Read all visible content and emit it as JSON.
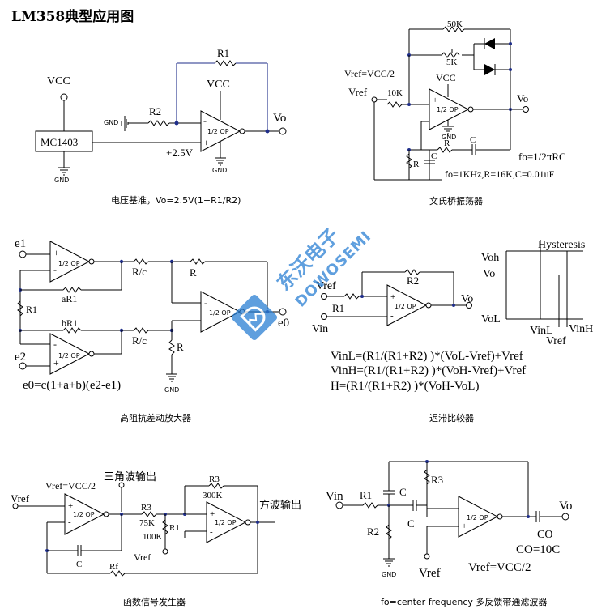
{
  "title": "LM358典型应用图",
  "op_label": "1/2 OP",
  "circuits": {
    "ref": {
      "caption": "电压基准，Vo=2.5V(1+R1/R2)",
      "vcc1": "VCC",
      "vcc2": "VCC",
      "mc1403": "MC1403",
      "r1": "R1",
      "r2": "R2",
      "gnd": "GND",
      "v25": "+2.5V",
      "vo": "Vo"
    },
    "wien": {
      "caption": "文氏桥振荡器",
      "r50k": "50K",
      "r5k": "5K",
      "vref_eq": "Vref=VCC/2",
      "vcc": "VCC",
      "vref": "Vref",
      "r10k": "10K",
      "vo": "Vo",
      "r": "R",
      "c": "C",
      "fo": "fo=1/2πRC",
      "fo2": "fo=1KHz,R=16K,C=0.01uF",
      "gnd": "GND"
    },
    "diff": {
      "caption": "高阻抗差动放大器",
      "e1": "e1",
      "e2": "e2",
      "r1": "R1",
      "ar1": "aR1",
      "br1": "bR1",
      "rc1": "R/c",
      "rc2": "R/c",
      "r_top": "R",
      "r_bot": "R",
      "e0": "e0",
      "formula": "e0=c(1+a+b)(e2-e1)",
      "gnd": "GND"
    },
    "hyst": {
      "caption": "迟滞比较器",
      "vref": "Vref",
      "r1": "R1",
      "r2": "R2",
      "vin": "Vin",
      "vo": "Vo",
      "voh": "Voh",
      "vo_axis": "Vo",
      "vol": "VoL",
      "hysteresis": "Hysteresis",
      "vinl": "VinL",
      "vinh": "VinH",
      "vref2": "Vref",
      "eq1": "VinL=(R1/(R1+R2) )*(VoL-Vref)+Vref",
      "eq2": "VinH=(R1/(R1+R2) )*(VoH-Vref)+Vref",
      "eq3": "H=(R1/(R1+R2) )*(VoH-VoL)"
    },
    "func": {
      "caption": "函数信号发生器",
      "vref_eq": "Vref=VCC/2",
      "tri_out": "三角波输出",
      "vref": "Vref",
      "r3": "R3",
      "r300k": "300K",
      "r3b": "R3",
      "r75k": "75K",
      "r1": "R1",
      "r100k": "100K",
      "vref2": "Vref",
      "sq_out": "方波输出",
      "c": "C",
      "rf": "Rf"
    },
    "bpf": {
      "caption": "fo=center frequency  多反馈带通滤波器",
      "vin": "Vin",
      "r1": "R1",
      "c1": "C",
      "r3": "R3",
      "c2": "C",
      "r2": "R2",
      "vo": "Vo",
      "co": "CO",
      "co_eq": "CO=10C",
      "vref": "Vref",
      "vref_eq": "Vref=VCC/2",
      "gnd": "GND"
    }
  },
  "watermark": {
    "cn": "东沃电子",
    "en": "DOWOSEMI",
    "color": "#2a7fd4"
  }
}
